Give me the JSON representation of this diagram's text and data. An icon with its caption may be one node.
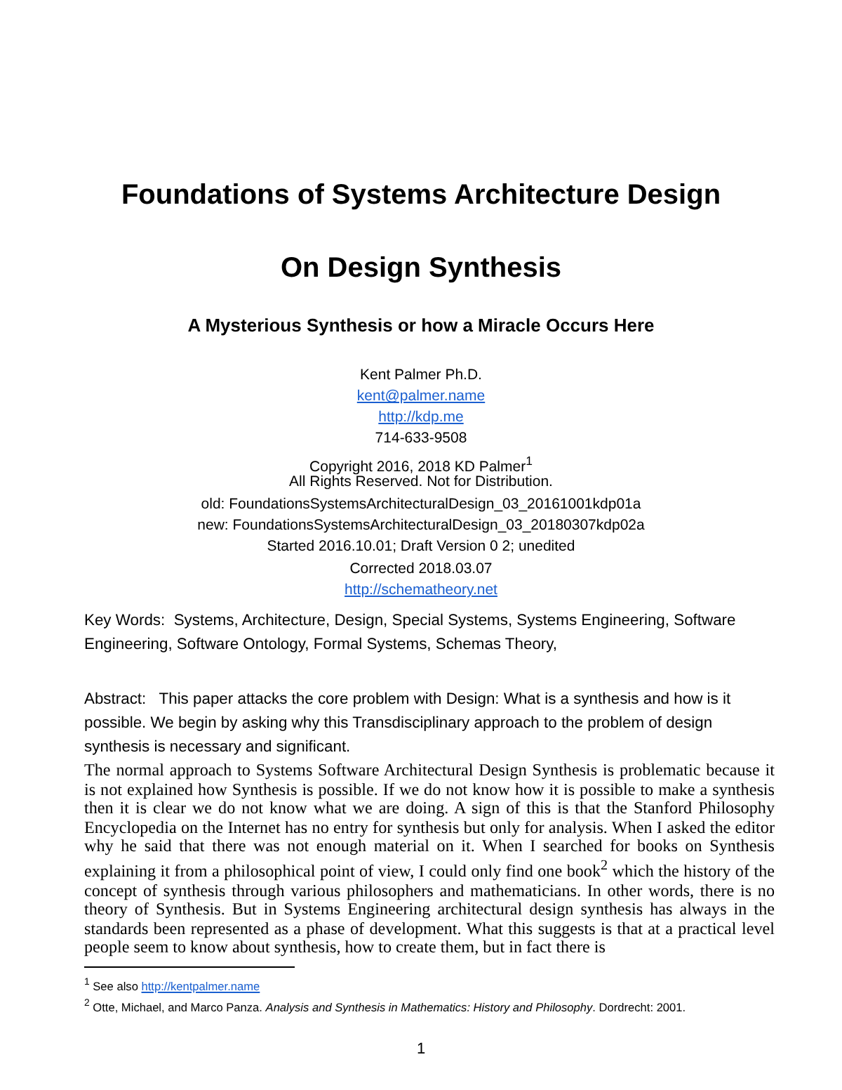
{
  "diagram": {
    "title": "Foundations of Systems Architecture Design",
    "labels": [
      "On Design Synthesis",
      "A Mysterious Synthesis or how a Miracle Occurs Here",
      "Kent Palmer Ph.D.",
      "kent@palmer.name",
      "http://kdp.me",
      "714-633-9508",
      "Copyright 2016, 2018 KD Palmer$^{1}$",
      "All Rights Reserved. Not for Distribution.",
      "old: FoundationsSystemsArchitecturalDesign_03_20161001kdp01a",
      "new: FoundationsSystemsArchitecturalDesign_03_20180307kdp02a",
      "Started 2016.10.01; Draft Version 0 2; unedited",
      "Corrected 2018.03.07",
      "http://schematheory.net",
      "Key Words:  Systems, Architecture, Design, Special Systems, Systems Engineering, Software Engineering, Software Ontology, Formal Systems, Schemas Theory,",
      "Abstract:   This paper attacks the core problem with Design: What is a synthesis and how is it possible. We begin by asking why this Transdisciplinary approach to the problem of design synthesis is necessary and significant.",
      "The normal approach to Systems Software Architectural Design Synthesis is problematic because it is not explained how Synthesis is possible. If we do not know how it is possible to make a synthesis then it is clear we do not know what we are doing. A sign of this is that the Stanford Philosophy Encyclopedia on the Internet has no entry for synthesis but only for analysis. When I asked the editor why he said that there was not enough material on it. When I searched for books on Synthesis explaining it from a philosophical point of view, I could only find one book$^{2}$ which the history of the concept of synthesis through various philosophers and mathematicians. In other words, there is no theory of Synthesis. But in Systems Engineering architectural design synthesis has always in the standards been represented as a phase of development. What this suggests is that at a practical level people seem to know about synthesis, how to create them, but in fact there is",
      "$^{1}$ See also http://kentpalmer.name",
      "$^{2}$ Otte, Michael, and Marco Panza. *Analysis and Synthesis in Mathematics: History and Philosophy*. Dordrecht: 2001.",
      "1"
    ]
  }
}
